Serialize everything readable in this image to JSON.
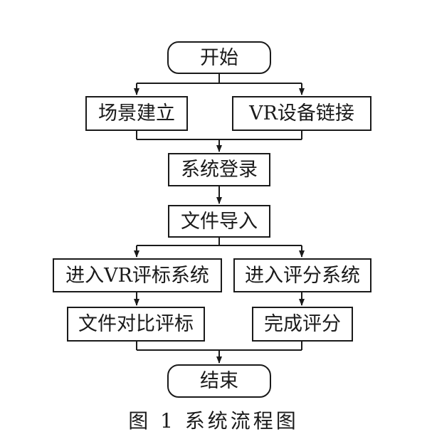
{
  "flowchart": {
    "start": "开始",
    "scene_setup": "场景建立",
    "vr_device_link": "VR设备链接",
    "system_login": "系统登录",
    "file_import": "文件导入",
    "enter_vr_bid_eval": "进入VR评标系统",
    "enter_scoring": "进入评分系统",
    "file_compare_eval": "文件对比评标",
    "finish_scoring": "完成评分",
    "end": "结束"
  },
  "caption": "图 1    系统流程图",
  "colors": {
    "line": "#1a1a1a",
    "background": "#ffffff"
  }
}
